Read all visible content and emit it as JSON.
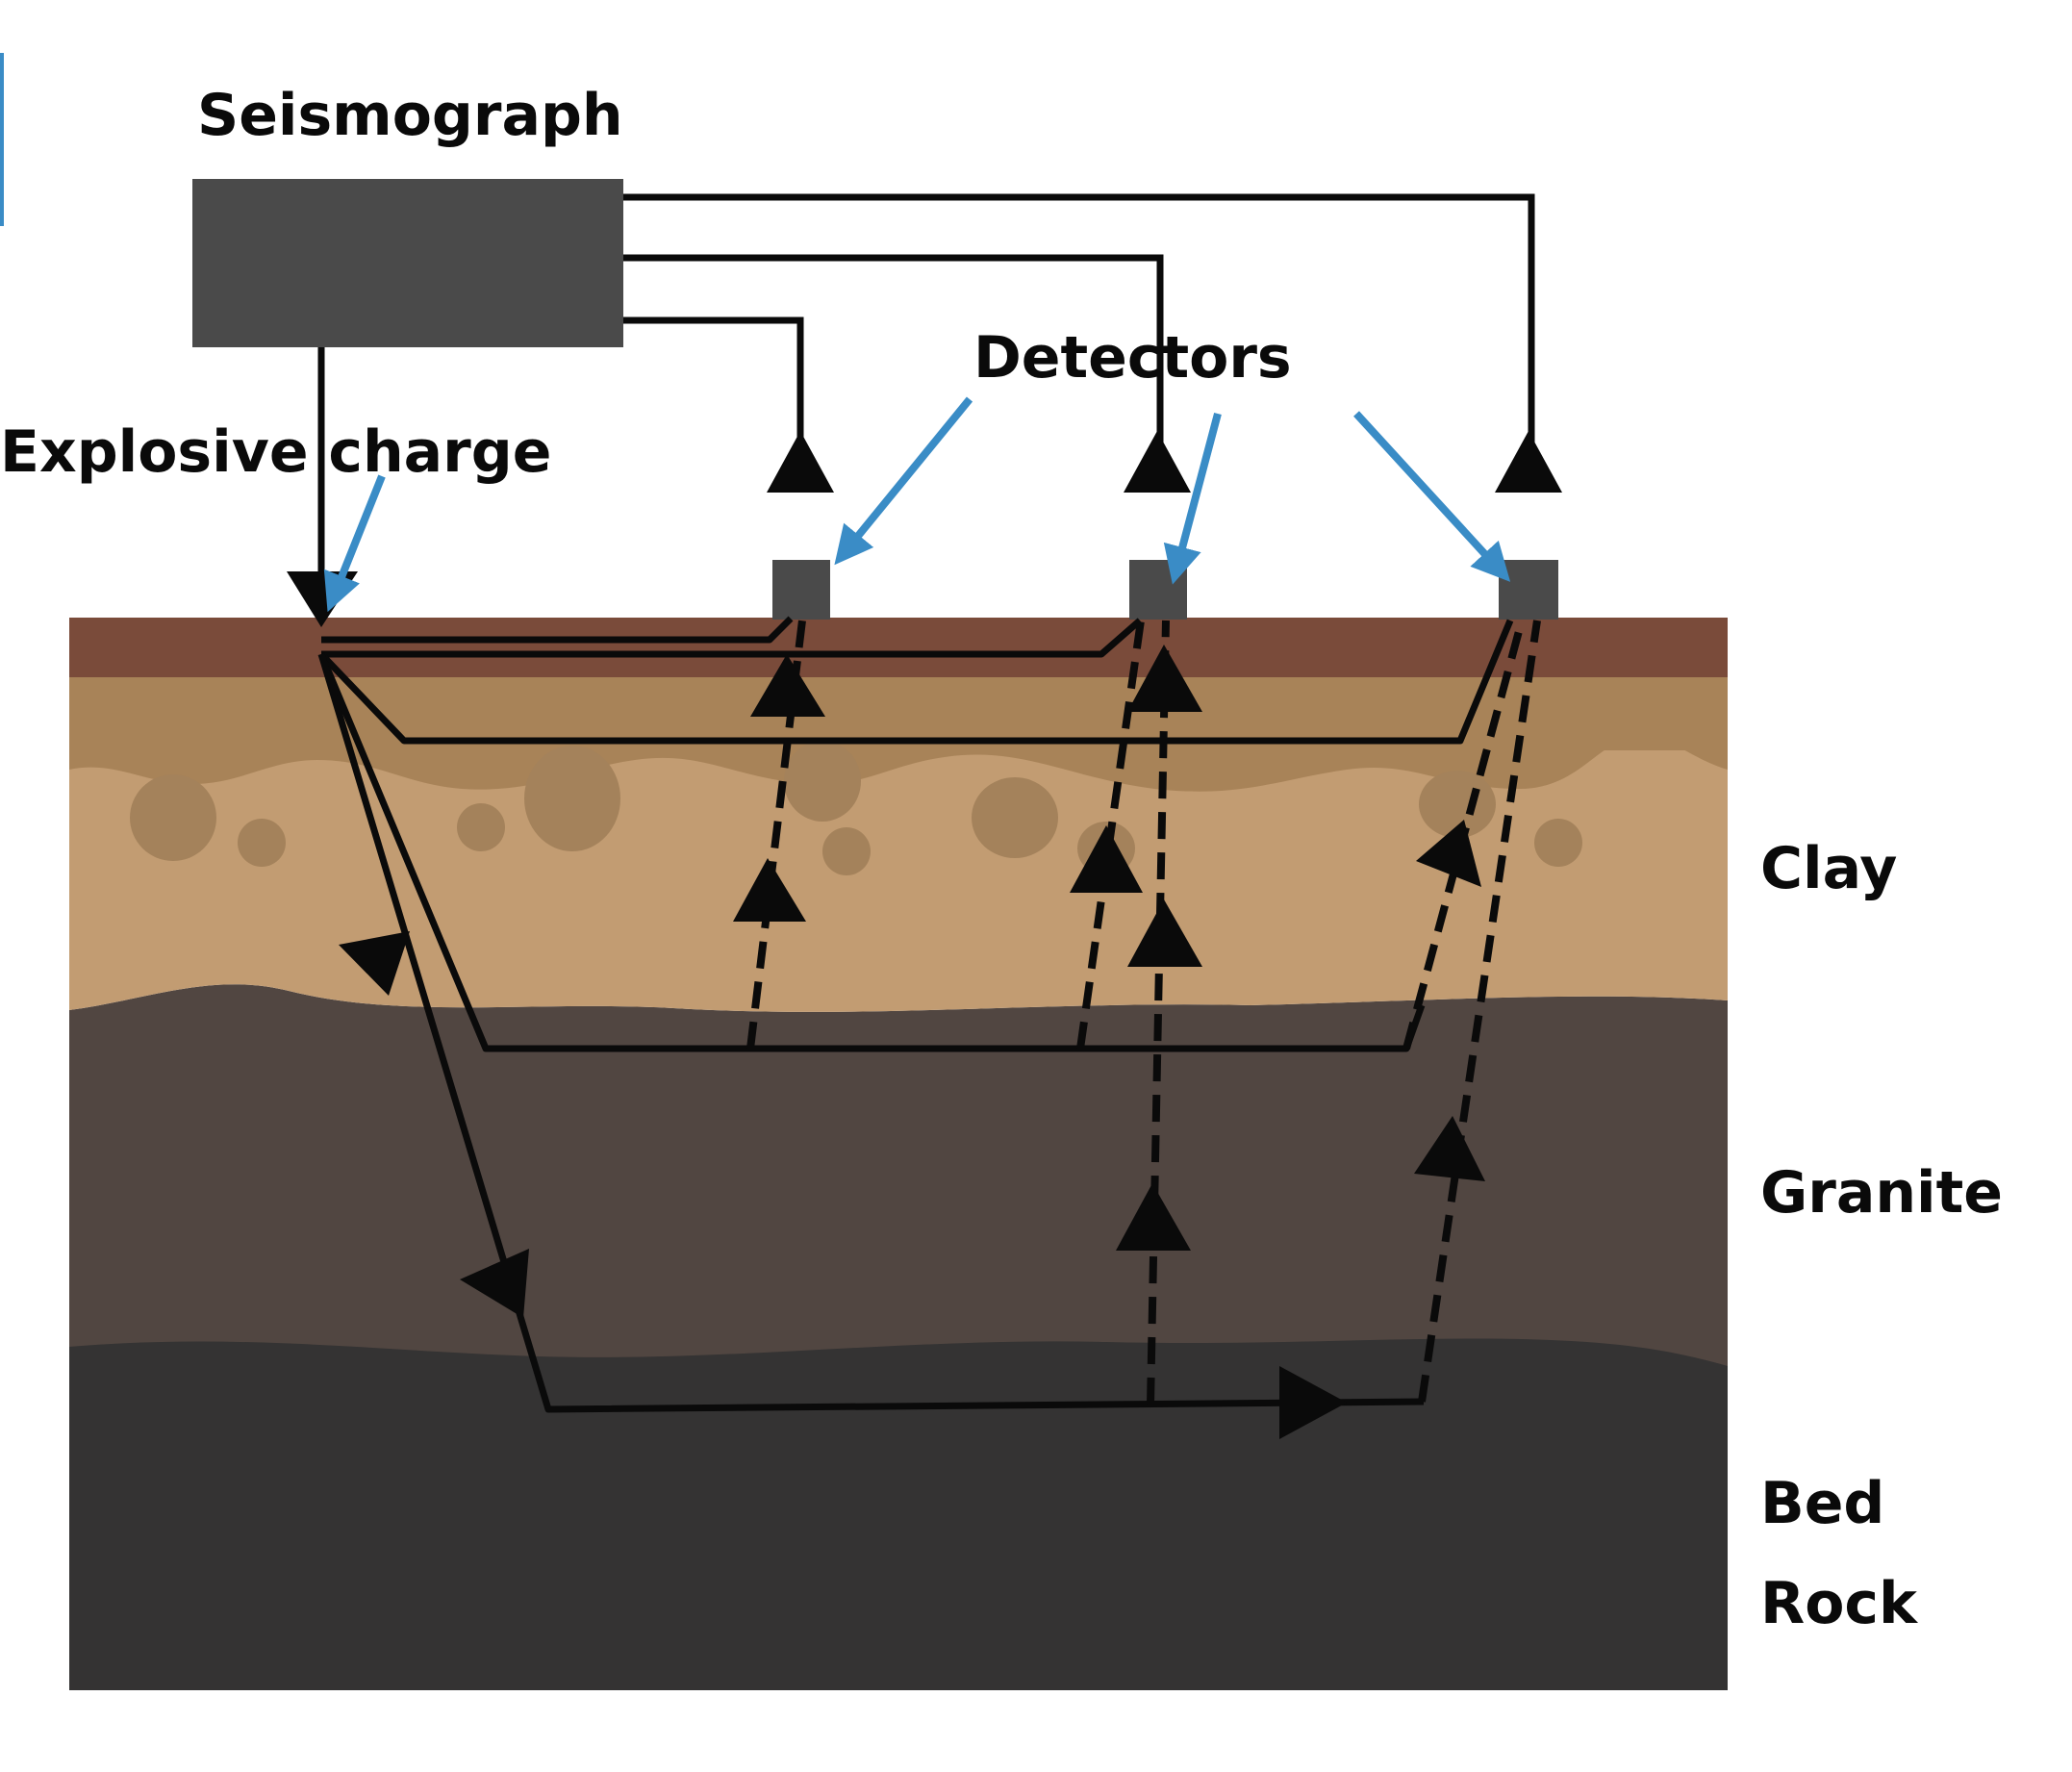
{
  "labels": {
    "seismograph": "Seismograph",
    "detectors": "Detectors",
    "explosive_charge": "Explosive charge",
    "clay": "Clay",
    "granite": "Granite",
    "bed": "Bed",
    "rock": "Rock"
  },
  "colors": {
    "topsoil": "#7a4b3a",
    "soil": "#a88358",
    "clay": "#c29c72",
    "granite": "#514641",
    "bedrock": "#343333",
    "instrument": "#4a4a4a",
    "pointer": "#3a8cc6",
    "ray": "#0a0a0a"
  },
  "icons": {
    "seismograph": "dark-box-icon",
    "detector": "dark-square-icon",
    "charge": "down-triangle-icon",
    "pointer": "blue-arrow-icon"
  }
}
